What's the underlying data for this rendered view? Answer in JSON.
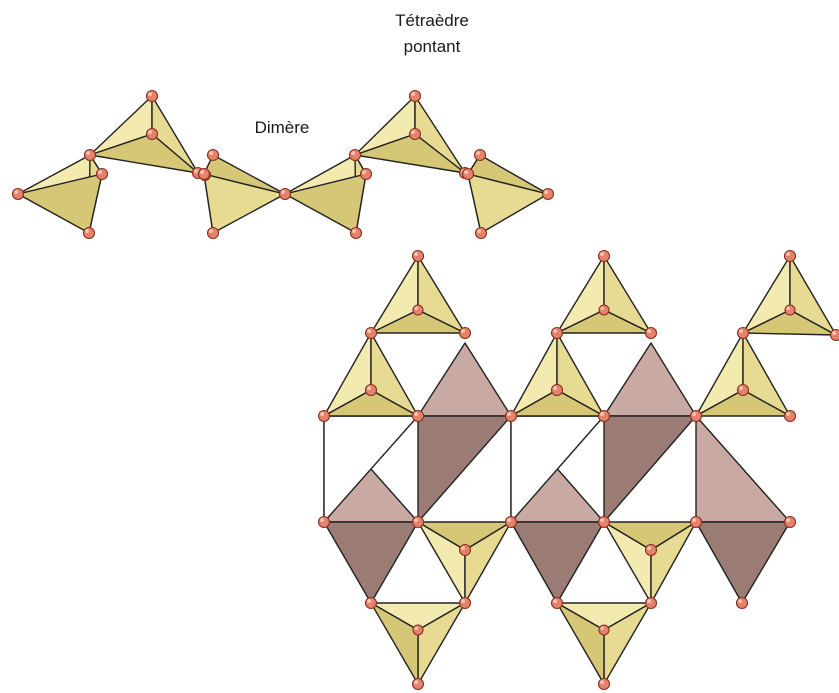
{
  "labels": {
    "bridging_line1": "Tétraèdre",
    "bridging_line2": "pontant",
    "dimer": "Dimère"
  },
  "colors": {
    "tetra_face_light": "#f3eab0",
    "tetra_face_mid": "#e7db93",
    "tetra_face_dark": "#d6c777",
    "octa_light": "#c9aaa3",
    "octa_dark": "#9b7c75",
    "atom": "#e5826a",
    "atom_stroke": "#8b2e1f",
    "edge": "#222222"
  },
  "structure": {
    "top_chain": "two dimers linked through a bridging tetrahedron",
    "bottom_layer": "octahedral sheet with tetrahedra above and below"
  }
}
